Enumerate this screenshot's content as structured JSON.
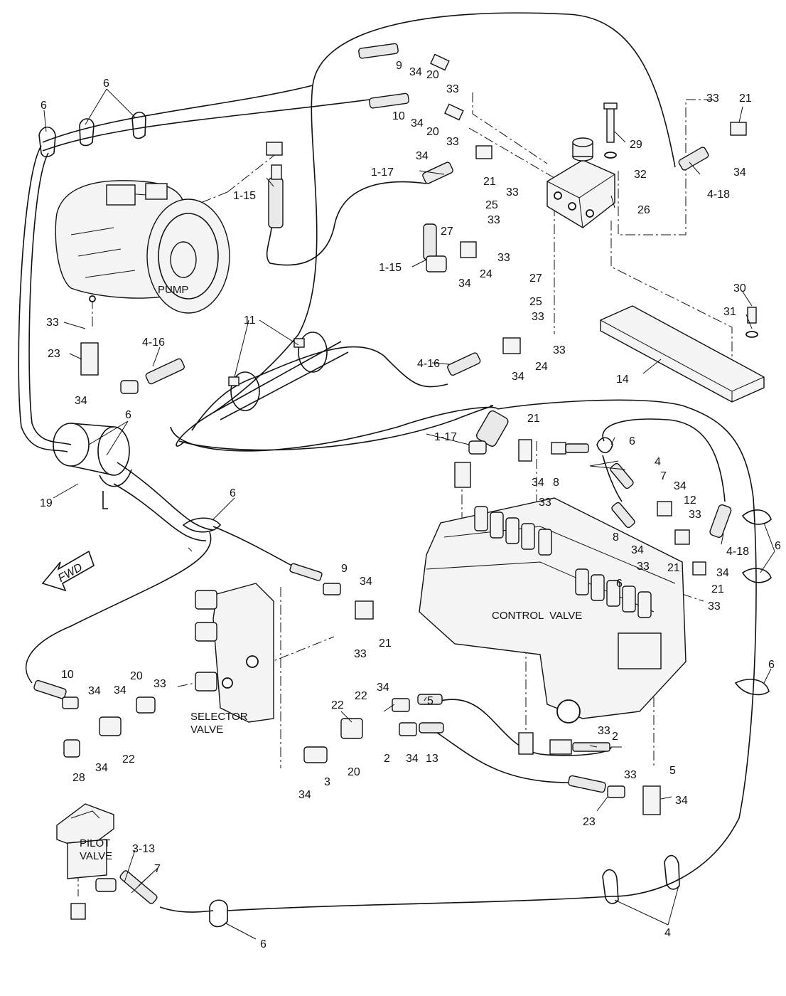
{
  "components": {
    "pump": "PUMP",
    "control_valve": "CONTROL  VALVE",
    "selector_valve": [
      "SELECTOR",
      "VALVE"
    ],
    "pilot_valve": [
      "PILOT",
      "VALVE"
    ],
    "fwd": "FWD"
  },
  "callouts": [
    {
      "id": "c1",
      "text": "9"
    },
    {
      "id": "c2",
      "text": "34"
    },
    {
      "id": "c3",
      "text": "20"
    },
    {
      "id": "c4",
      "text": "33"
    },
    {
      "id": "c5",
      "text": "10"
    },
    {
      "id": "c6",
      "text": "34"
    },
    {
      "id": "c7",
      "text": "20"
    },
    {
      "id": "c8",
      "text": "33"
    },
    {
      "id": "c9",
      "text": "6"
    },
    {
      "id": "c10",
      "text": "6"
    },
    {
      "id": "c11",
      "text": "33"
    },
    {
      "id": "c12",
      "text": "21"
    },
    {
      "id": "c13",
      "text": "29"
    },
    {
      "id": "c14",
      "text": "32"
    },
    {
      "id": "c15",
      "text": "34"
    },
    {
      "id": "c16",
      "text": "4-18"
    },
    {
      "id": "c17",
      "text": "34"
    },
    {
      "id": "c18",
      "text": "1-17"
    },
    {
      "id": "c19",
      "text": "21"
    },
    {
      "id": "c20",
      "text": "33"
    },
    {
      "id": "c21",
      "text": "1-15"
    },
    {
      "id": "c22",
      "text": "25"
    },
    {
      "id": "c23",
      "text": "27"
    },
    {
      "id": "c24",
      "text": "33"
    },
    {
      "id": "c25",
      "text": "26"
    },
    {
      "id": "c26",
      "text": "33"
    },
    {
      "id": "c27",
      "text": "1-15"
    },
    {
      "id": "c28",
      "text": "24"
    },
    {
      "id": "c29",
      "text": "34"
    },
    {
      "id": "c30",
      "text": "27"
    },
    {
      "id": "c31",
      "text": "25"
    },
    {
      "id": "c32",
      "text": "33"
    },
    {
      "id": "c33",
      "text": "33"
    },
    {
      "id": "c34",
      "text": "30"
    },
    {
      "id": "c35",
      "text": "31"
    },
    {
      "id": "c36",
      "text": "33"
    },
    {
      "id": "c37",
      "text": "11"
    },
    {
      "id": "c38",
      "text": "23"
    },
    {
      "id": "c39",
      "text": "4-16"
    },
    {
      "id": "c40",
      "text": "4-16"
    },
    {
      "id": "c41",
      "text": "24"
    },
    {
      "id": "c42",
      "text": "34"
    },
    {
      "id": "c43",
      "text": "14"
    },
    {
      "id": "c44",
      "text": "34"
    },
    {
      "id": "c45",
      "text": "6"
    },
    {
      "id": "c46",
      "text": "19"
    },
    {
      "id": "c47",
      "text": "6"
    },
    {
      "id": "c48",
      "text": "1-17"
    },
    {
      "id": "c49",
      "text": "21"
    },
    {
      "id": "c50",
      "text": "34"
    },
    {
      "id": "c51",
      "text": "8"
    },
    {
      "id": "c52",
      "text": "6"
    },
    {
      "id": "c53",
      "text": "4"
    },
    {
      "id": "c54",
      "text": "7"
    },
    {
      "id": "c55",
      "text": "34"
    },
    {
      "id": "c56",
      "text": "12"
    },
    {
      "id": "c57",
      "text": "33"
    },
    {
      "id": "c58",
      "text": "33"
    },
    {
      "id": "c59",
      "text": "8"
    },
    {
      "id": "c60",
      "text": "4-18"
    },
    {
      "id": "c61",
      "text": "6"
    },
    {
      "id": "c62",
      "text": "34"
    },
    {
      "id": "c63",
      "text": "33"
    },
    {
      "id": "c64",
      "text": "21"
    },
    {
      "id": "c65",
      "text": "34"
    },
    {
      "id": "c66",
      "text": "21"
    },
    {
      "id": "c67",
      "text": "33"
    },
    {
      "id": "c68",
      "text": "9"
    },
    {
      "id": "c69",
      "text": "34"
    },
    {
      "id": "c70",
      "text": "21"
    },
    {
      "id": "c71",
      "text": "33"
    },
    {
      "id": "c72",
      "text": "6"
    },
    {
      "id": "c73",
      "text": "10"
    },
    {
      "id": "c74",
      "text": "34"
    },
    {
      "id": "c75",
      "text": "34"
    },
    {
      "id": "c76",
      "text": "20"
    },
    {
      "id": "c77",
      "text": "33"
    },
    {
      "id": "c78",
      "text": "22"
    },
    {
      "id": "c79",
      "text": "28"
    },
    {
      "id": "c80",
      "text": "34"
    },
    {
      "id": "c81",
      "text": "22"
    },
    {
      "id": "c82",
      "text": "22"
    },
    {
      "id": "c83",
      "text": "34"
    },
    {
      "id": "c84",
      "text": "5"
    },
    {
      "id": "c85",
      "text": "2"
    },
    {
      "id": "c86",
      "text": "34"
    },
    {
      "id": "c87",
      "text": "13"
    },
    {
      "id": "c88",
      "text": "3"
    },
    {
      "id": "c89",
      "text": "20"
    },
    {
      "id": "c90",
      "text": "34"
    },
    {
      "id": "c91",
      "text": "33"
    },
    {
      "id": "c92",
      "text": "2"
    },
    {
      "id": "c93",
      "text": "5"
    },
    {
      "id": "c94",
      "text": "33"
    },
    {
      "id": "c95",
      "text": "34"
    },
    {
      "id": "c96",
      "text": "23"
    },
    {
      "id": "c97",
      "text": "3-13"
    },
    {
      "id": "c98",
      "text": "7"
    },
    {
      "id": "c99",
      "text": "4"
    },
    {
      "id": "c100",
      "text": "6"
    },
    {
      "id": "c101",
      "text": "6"
    }
  ]
}
